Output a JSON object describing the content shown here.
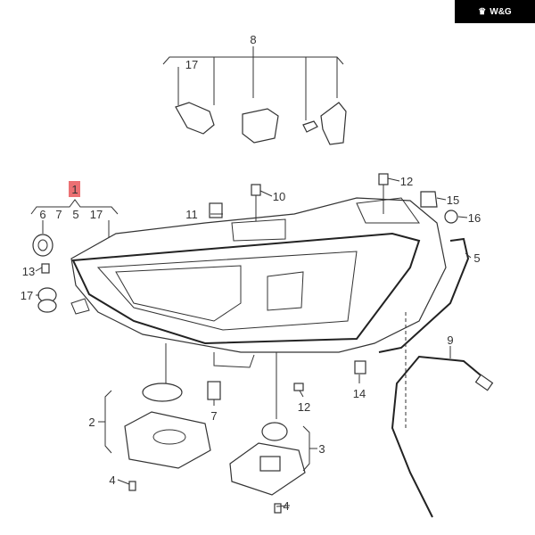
{
  "logo": {
    "text": "W&G",
    "icon": "crown-icon"
  },
  "highlight_color": "#e8575b",
  "callouts": {
    "c1": "1",
    "c2": "2",
    "c3": "3",
    "c4a": "4",
    "c4b": "4",
    "c5a": "5",
    "c5b": "5",
    "c6": "6",
    "c7a": "7",
    "c7b": "7",
    "c8": "8",
    "c9": "9",
    "c10": "10",
    "c11": "11",
    "c12a": "12",
    "c12b": "12",
    "c13": "13",
    "c14": "14",
    "c15": "15",
    "c16": "16",
    "c17a": "17",
    "c17b": "17",
    "c17c": "17"
  }
}
